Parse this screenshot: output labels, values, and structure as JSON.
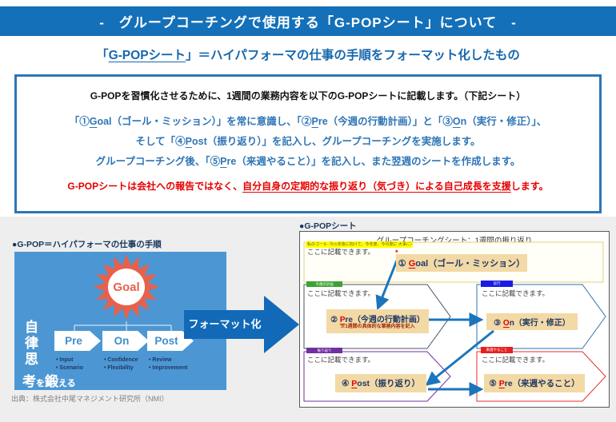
{
  "colors": {
    "banner_blue": "#1470b8",
    "accent_blue": "#2e75b6",
    "subtitle_blue": "#1668ae",
    "panel_blue": "#4c97d3",
    "sun_orange": "#e8604a",
    "tan_box": "#f2d9a6",
    "red_text": "#e60000",
    "tag_green": "#3ea233",
    "tag_blue": "#1a1ae6",
    "tag_purple": "#7030a0",
    "tag_red": "#e62020",
    "gray_bg": "#eeeeee"
  },
  "banner": {
    "title": "-　グループコーチングで使用する「G-POPシート」について　-"
  },
  "subtitle": {
    "open": "「",
    "name": "G-POPシート",
    "rest": "」＝ハイパフォーマの仕事の手順をフォーマット化したもの"
  },
  "infobox": {
    "line1": "G-POPを習慣化させるために、1週間の業務内容を以下のG-POPシートに記載します。（下記シート）",
    "line2": [
      "「①",
      "G",
      "oal（ゴール・ミッション）」を常に意識し、「②",
      "P",
      "re（今週の行動計画）」と「③",
      "O",
      "n（実行・修正）」、"
    ],
    "line3": [
      "そして「④",
      "P",
      "ost（振り返り）」を記入し、グループコーチングを実施します。"
    ],
    "line4": [
      "グループコーチング後、「⑤",
      "P",
      "re（来週やること）」を記入し、また翌週のシートを作成します。"
    ],
    "red": [
      "G-POPシートは会社への報告ではなく、",
      "自分自身の定期的な振り返り（気づき）による自己成長を支援",
      "します。"
    ]
  },
  "left": {
    "label": "●G-POP＝ハイパフォーマの仕事の手順",
    "goal": "Goal",
    "steps": [
      {
        "name": "Pre",
        "bullets": [
          "Input",
          "Scenario"
        ]
      },
      {
        "name": "On",
        "bullets": [
          "Confidence",
          "Flexibility"
        ]
      },
      {
        "name": "Post",
        "bullets": [
          "Review",
          "Improvement"
        ]
      }
    ],
    "slogan_col": "自律思",
    "slogan_row_big1": "考",
    "slogan_row_small1": "を",
    "slogan_row_big2": "鍛",
    "slogan_row_small2": "える",
    "source": "出典：株式会社中尾マネジメント研究所（NMI）"
  },
  "format_arrow": {
    "label": "フォーマット化"
  },
  "sheet": {
    "label": "●G-POPシート",
    "title": "グループコーチングシート：1週間の振り返り",
    "note": "私のゴール（5ヵ年後に向けて、今年度、今月度に 大事に）",
    "asterisk": "*",
    "placeholder": "ここに記載できます。",
    "tags": {
      "plan": "今週の計画",
      "do": "実行",
      "review": "振り返り",
      "next": "来週やること"
    },
    "boxes": {
      "goal": {
        "num": "① ",
        "first": "G",
        "rest": "oal（ゴール・ミッション）"
      },
      "pre": {
        "num": "② ",
        "first": "P",
        "rest": "re（今週の行動計画）",
        "sub": "※1週間の具体的な業務内容を記入"
      },
      "on": {
        "num": "③ ",
        "first": "O",
        "rest": "n（実行・修正）"
      },
      "post": {
        "num": "④ ",
        "first": "P",
        "rest": "ost（振り返り）"
      },
      "pre_next": {
        "num": "⑤ ",
        "first": "P",
        "rest": "re（来週やること）"
      }
    }
  }
}
